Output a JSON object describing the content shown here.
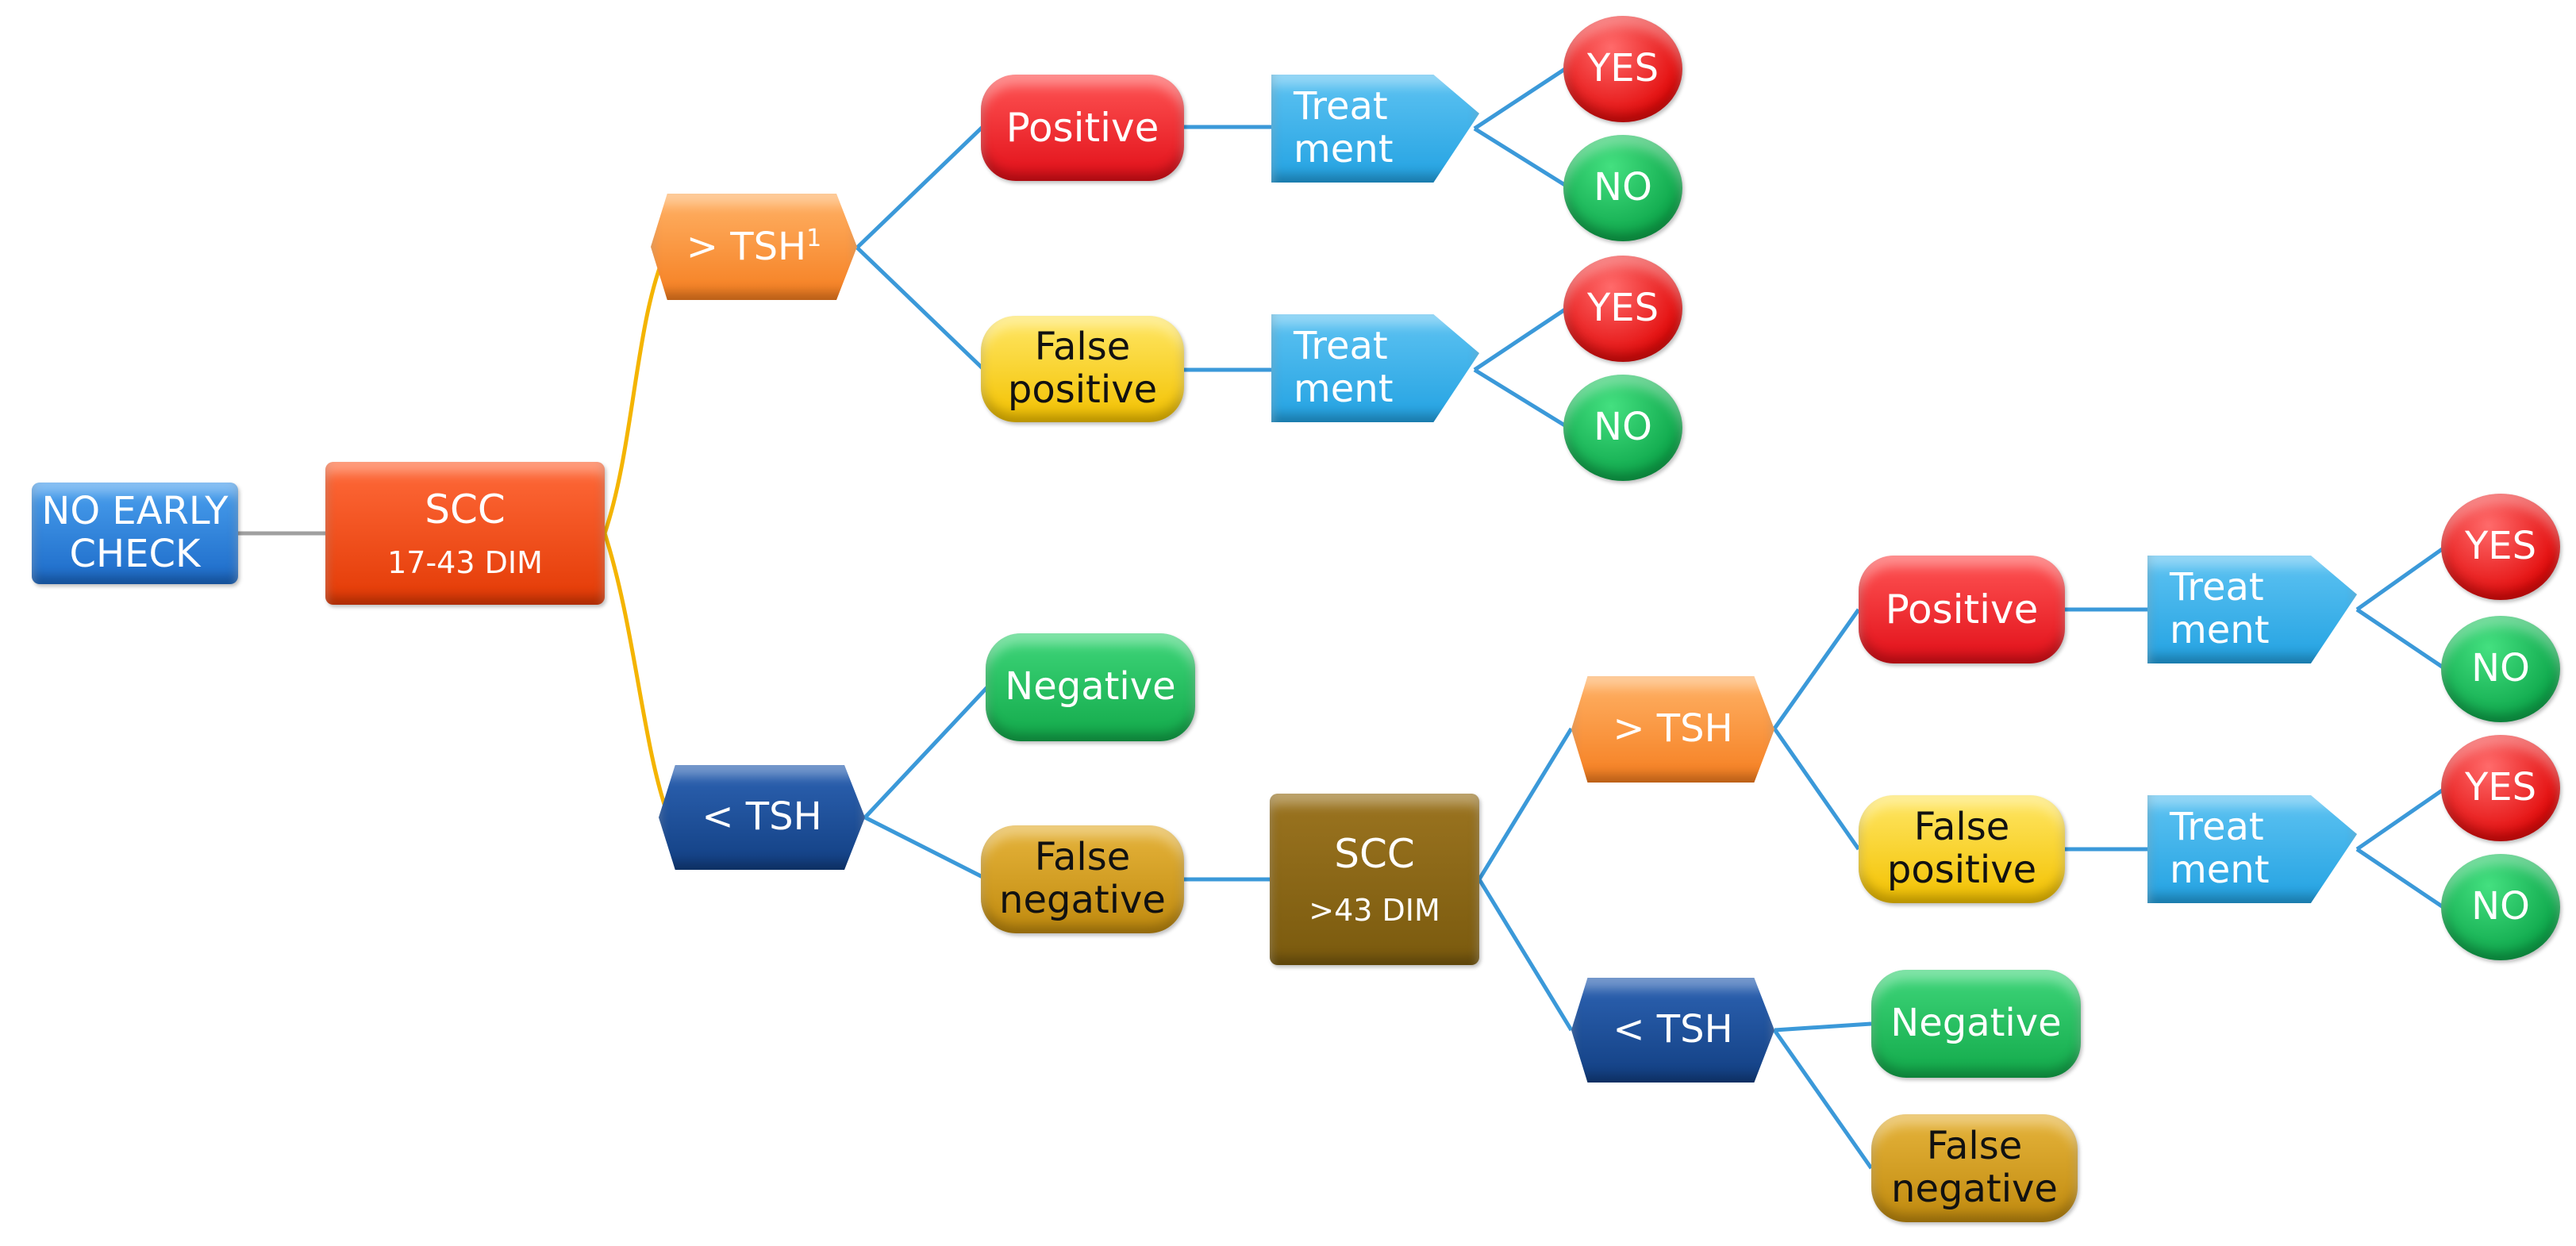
{
  "colors": {
    "line_blue": "#3b99d9",
    "line_gold": "#f4b400",
    "line_gray": "#a0a0a0",
    "root_blue": "#1f73d0",
    "scc_red": "#ee3f0a",
    "tsh_high_orange": "#f5842a",
    "tsh_low_navy": "#1a4e9c",
    "positive_red": "#e8141c",
    "false_positive_yellow": "#f7c800",
    "negative_green": "#16b350",
    "false_negative_gold": "#d49c1c",
    "scc2_brown": "#86650f",
    "treatment_blue": "#2aa8e6",
    "yes_red": "#e8141c",
    "no_green": "#13ad4d"
  },
  "root": {
    "line1": "NO EARLY",
    "line2": "CHECK"
  },
  "scc1": {
    "title": "SCC",
    "subtitle": "17-43 DIM"
  },
  "scc2": {
    "title": "SCC",
    "subtitle": ">43 DIM"
  },
  "tsh_high_1": {
    "label": "> TSH",
    "superscript": "1"
  },
  "tsh_low_1": {
    "label": "< TSH"
  },
  "tsh_high_2": {
    "label": "> TSH"
  },
  "tsh_low_2": {
    "label": "< TSH"
  },
  "outcomes": {
    "positive": "Positive",
    "false_positive_line1": "False",
    "false_positive_line2": "positive",
    "negative": "Negative",
    "false_negative_line1": "False",
    "false_negative_line2": "negative"
  },
  "treatment": {
    "line1": "Treat",
    "line2": "ment"
  },
  "answers": {
    "yes": "YES",
    "no": "NO"
  }
}
